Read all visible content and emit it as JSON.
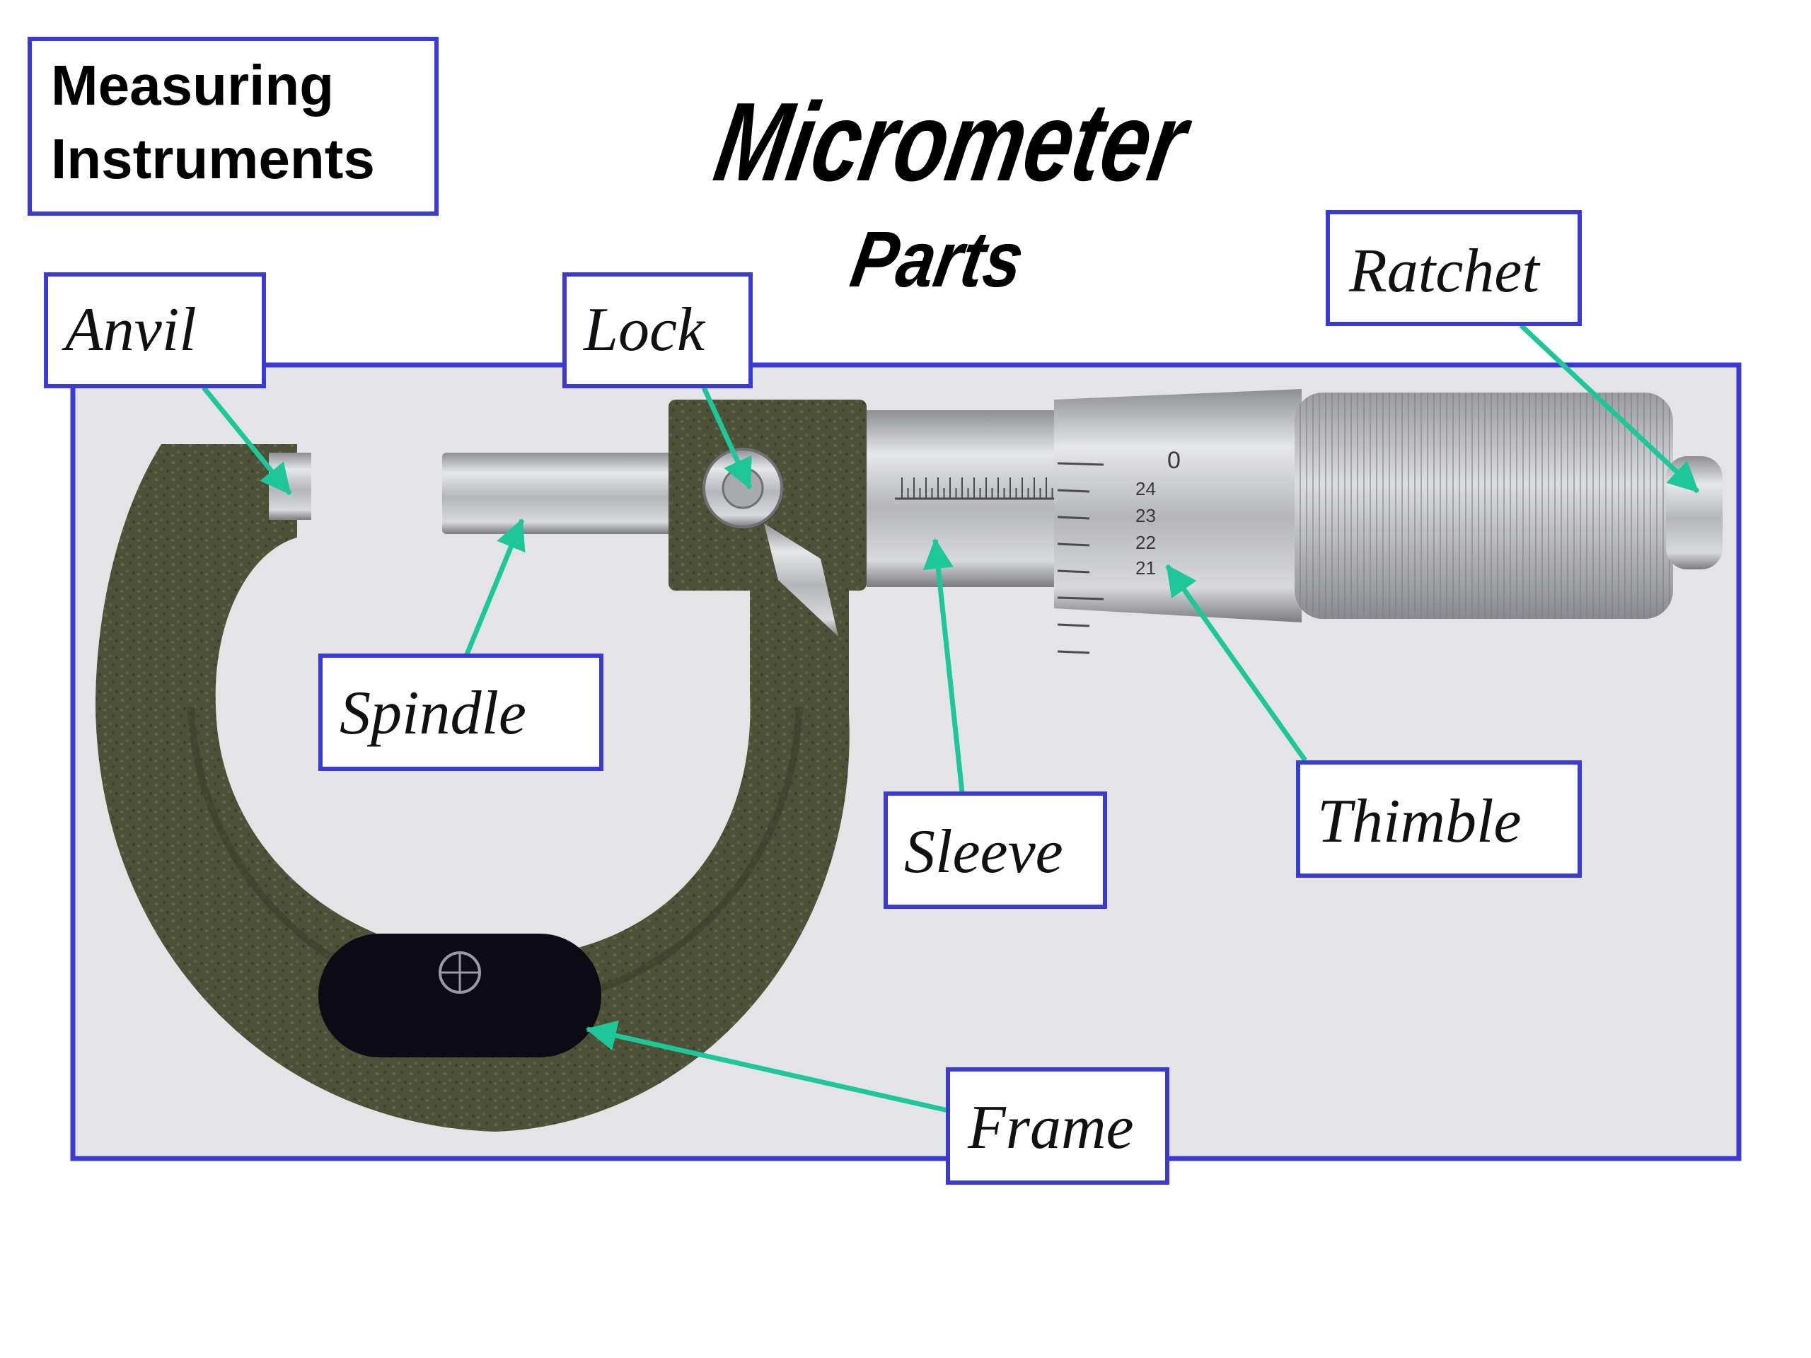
{
  "header": {
    "badge_line1": "Measuring",
    "badge_line2": "Instruments",
    "title": "Micrometer",
    "subtitle": "Parts"
  },
  "labels": {
    "anvil": "Anvil",
    "lock": "Lock",
    "ratchet": "Ratchet",
    "spindle": "Spindle",
    "sleeve": "Sleeve",
    "thimble": "Thimble",
    "frame": "Frame"
  },
  "thimble_scale": [
    "0",
    "24",
    "23",
    "22",
    "21"
  ],
  "colors": {
    "box_border": "#3b3bd4",
    "pointer": "#1ec79a",
    "frame_body": "#4c5138",
    "background_photo": "#e4e4e7"
  }
}
